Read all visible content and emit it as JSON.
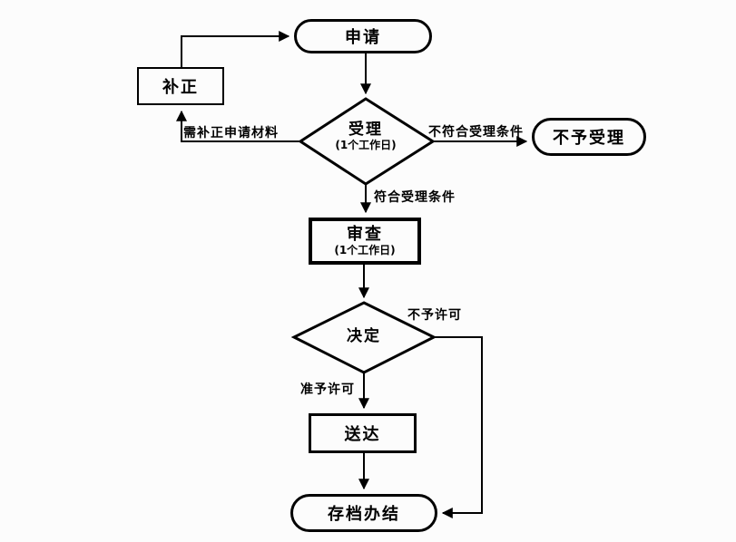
{
  "diagram": {
    "colors": {
      "line": "#000000",
      "background": "#fcfcfc"
    },
    "nodes": {
      "apply": {
        "label": "申请"
      },
      "correction": {
        "label": "补正"
      },
      "accept": {
        "label": "受理",
        "sublabel": "(1个工作日)"
      },
      "reject": {
        "label": "不予受理"
      },
      "review": {
        "label": "审查",
        "sublabel": "(1个工作日)"
      },
      "decision": {
        "label": "决定"
      },
      "delivery": {
        "label": "送达"
      },
      "archive": {
        "label": "存档办结"
      }
    },
    "edge_labels": {
      "need_correction": "需补正申请材料",
      "not_meet_conditions": "不符合受理条件",
      "meet_conditions": "符合受理条件",
      "not_permitted": "不予许可",
      "permitted": "准予许可"
    }
  }
}
